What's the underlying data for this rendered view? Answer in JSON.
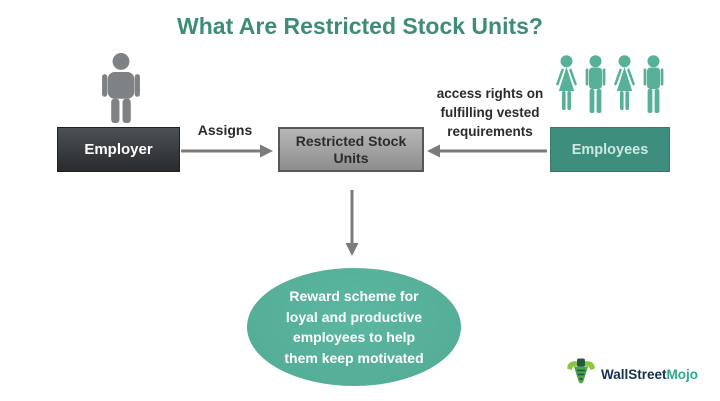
{
  "title": {
    "text": "What Are Restricted Stock Units?"
  },
  "diagram": {
    "nodes": {
      "employer": {
        "label": "Employer"
      },
      "rsu": {
        "label": "Restricted Stock Units"
      },
      "employees": {
        "label": "Employees"
      }
    },
    "edges": {
      "assigns": {
        "label": "Assigns",
        "from": "employer",
        "to": "rsu",
        "direction": "right"
      },
      "access": {
        "lines": [
          "access rights on",
          "fulfilling vested",
          "requirements"
        ],
        "from": "employees",
        "to": "rsu",
        "direction": "left"
      },
      "reward": {
        "from": "rsu",
        "to": "reward-ellipse",
        "direction": "down"
      }
    },
    "ellipse": {
      "lines": [
        "Reward scheme for",
        "loyal and productive",
        "employees to help",
        "them keep motivated"
      ]
    },
    "icons": {
      "employer": "person-icon",
      "employees": "people-group-icon"
    }
  },
  "logo": {
    "brand_primary": "WallStreet",
    "brand_accent": "Mojo",
    "icon": "bull-icon"
  },
  "colors": {
    "title_teal": "#3E8C7A",
    "box_dark_top": "#4C5155",
    "box_dark_bottom": "#292B2D",
    "box_gray_top": "#B7B7B7",
    "box_gray_bottom": "#8E8E8E",
    "box_gray_border": "#55585A",
    "box_teal": "#3E8E7D",
    "employees_label": "#CFE9E0",
    "icon_teal": "#57B199",
    "icon_gray": "#7F8284",
    "arrow_gray": "#7B7B7B",
    "ellipse_teal": "#52AB94",
    "ellipse_teal_light": "#5CB7A0",
    "dark_text": "#2B2B2B",
    "logo_navy": "#16324C",
    "logo_teal": "#2FA98C",
    "logo_light_green": "#8CC63E",
    "logo_dark_green": "#245B40",
    "logo_green": "#4AA54D"
  }
}
